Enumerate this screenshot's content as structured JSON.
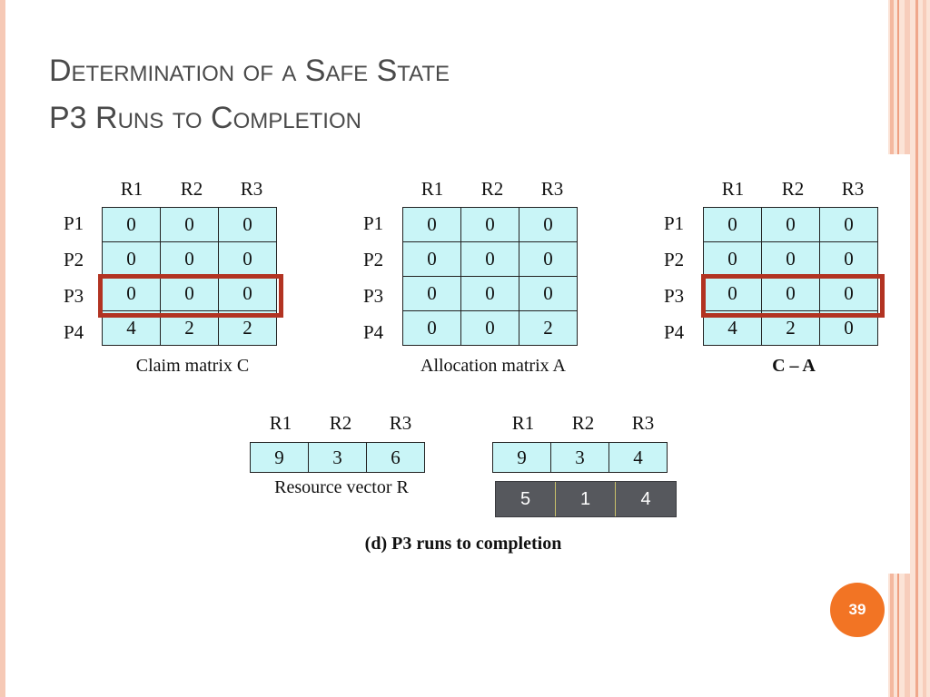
{
  "title": {
    "line1": "Determination of a Safe State",
    "line2": "P3 Runs to Completion"
  },
  "resources": [
    "R1",
    "R2",
    "R3"
  ],
  "processes": [
    "P1",
    "P2",
    "P3",
    "P4"
  ],
  "claim_matrix": {
    "caption": "Claim matrix C",
    "rows": [
      [
        "0",
        "0",
        "0"
      ],
      [
        "0",
        "0",
        "0"
      ],
      [
        "0",
        "0",
        "0"
      ],
      [
        "4",
        "2",
        "2"
      ]
    ]
  },
  "allocation_matrix": {
    "caption": "Allocation matrix A",
    "rows": [
      [
        "0",
        "0",
        "0"
      ],
      [
        "0",
        "0",
        "0"
      ],
      [
        "0",
        "0",
        "0"
      ],
      [
        "0",
        "0",
        "2"
      ]
    ]
  },
  "need_matrix": {
    "caption": "C – A",
    "rows": [
      [
        "0",
        "0",
        "0"
      ],
      [
        "0",
        "0",
        "0"
      ],
      [
        "0",
        "0",
        "0"
      ],
      [
        "4",
        "2",
        "0"
      ]
    ]
  },
  "resource_vector": {
    "caption": "Resource vector R",
    "values": [
      "9",
      "3",
      "6"
    ]
  },
  "available_vector": {
    "values": [
      "9",
      "3",
      "4"
    ]
  },
  "overlay_vector": [
    "5",
    "1",
    "4"
  ],
  "figure_caption": "(d) P3 runs to completion",
  "page_number": "39",
  "colors": {
    "cell_fill": "#c9f5f7",
    "highlight": "#b23322",
    "overlay_fill": "#56585d",
    "badge": "#f27424"
  }
}
